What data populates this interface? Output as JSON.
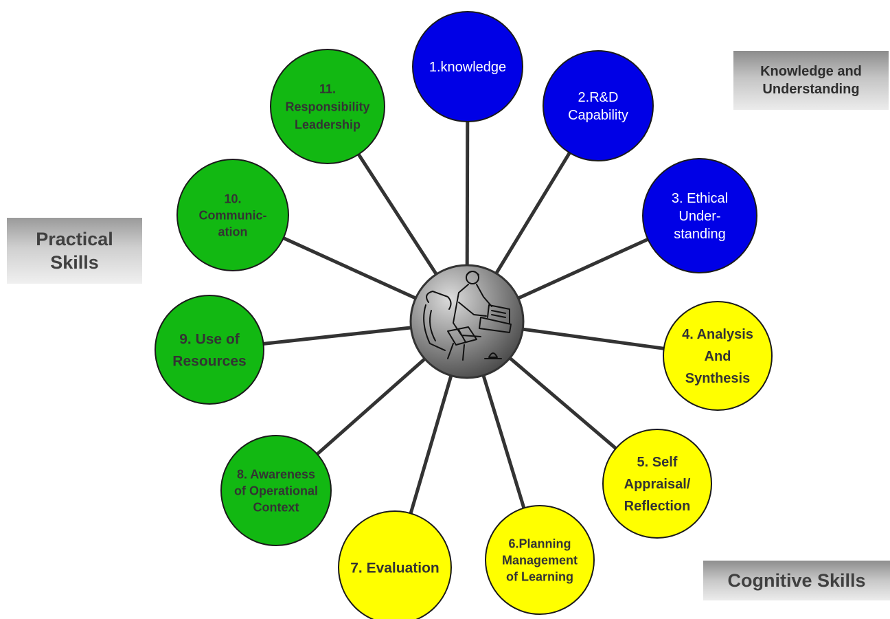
{
  "labels": {
    "knowledge_understanding": "Knowledge and\nUnderstanding",
    "practical_skills": "Practical\nSkills",
    "cognitive_skills": "Cognitive Skills"
  },
  "colors": {
    "blue": "#0000e6",
    "green": "#12b812",
    "yellow": "#ffff00",
    "line": "#333333",
    "hub": "#7a7a7a"
  },
  "hub": {
    "icon": "person-at-desk-icon"
  },
  "nodes": [
    {
      "id": 1,
      "lines": [
        "1.knowledge"
      ],
      "fill": "blue",
      "text_color": "#ffffff",
      "bold": false
    },
    {
      "id": 2,
      "lines": [
        "2.R&D",
        "Capability"
      ],
      "fill": "blue",
      "text_color": "#ffffff",
      "bold": false
    },
    {
      "id": 3,
      "lines": [
        "3. Ethical",
        "Under-",
        "standing"
      ],
      "fill": "blue",
      "text_color": "#ffffff",
      "bold": false
    },
    {
      "id": 4,
      "lines": [
        "4. Analysis",
        "And",
        "Synthesis"
      ],
      "fill": "yellow",
      "text_color": "#333333",
      "bold": true
    },
    {
      "id": 5,
      "lines": [
        "5. Self",
        "Appraisal/",
        "Reflection"
      ],
      "fill": "yellow",
      "text_color": "#333333",
      "bold": true
    },
    {
      "id": 6,
      "lines": [
        "6.Planning",
        "Management",
        "of Learning"
      ],
      "fill": "yellow",
      "text_color": "#333333",
      "bold": true
    },
    {
      "id": 7,
      "lines": [
        "7. Evaluation"
      ],
      "fill": "yellow",
      "text_color": "#333333",
      "bold": true
    },
    {
      "id": 8,
      "lines": [
        "8. Awareness",
        "of Operational",
        "Context"
      ],
      "fill": "green",
      "text_color": "#333333",
      "bold": true
    },
    {
      "id": 9,
      "lines": [
        "9. Use of",
        "Resources"
      ],
      "fill": "green",
      "text_color": "#333333",
      "bold": true
    },
    {
      "id": 10,
      "lines": [
        "10.",
        "Communic-",
        "ation"
      ],
      "fill": "green",
      "text_color": "#333333",
      "bold": true
    },
    {
      "id": 11,
      "lines": [
        "11.",
        "Responsibility",
        "Leadership"
      ],
      "fill": "green",
      "text_color": "#333333",
      "bold": true
    }
  ]
}
